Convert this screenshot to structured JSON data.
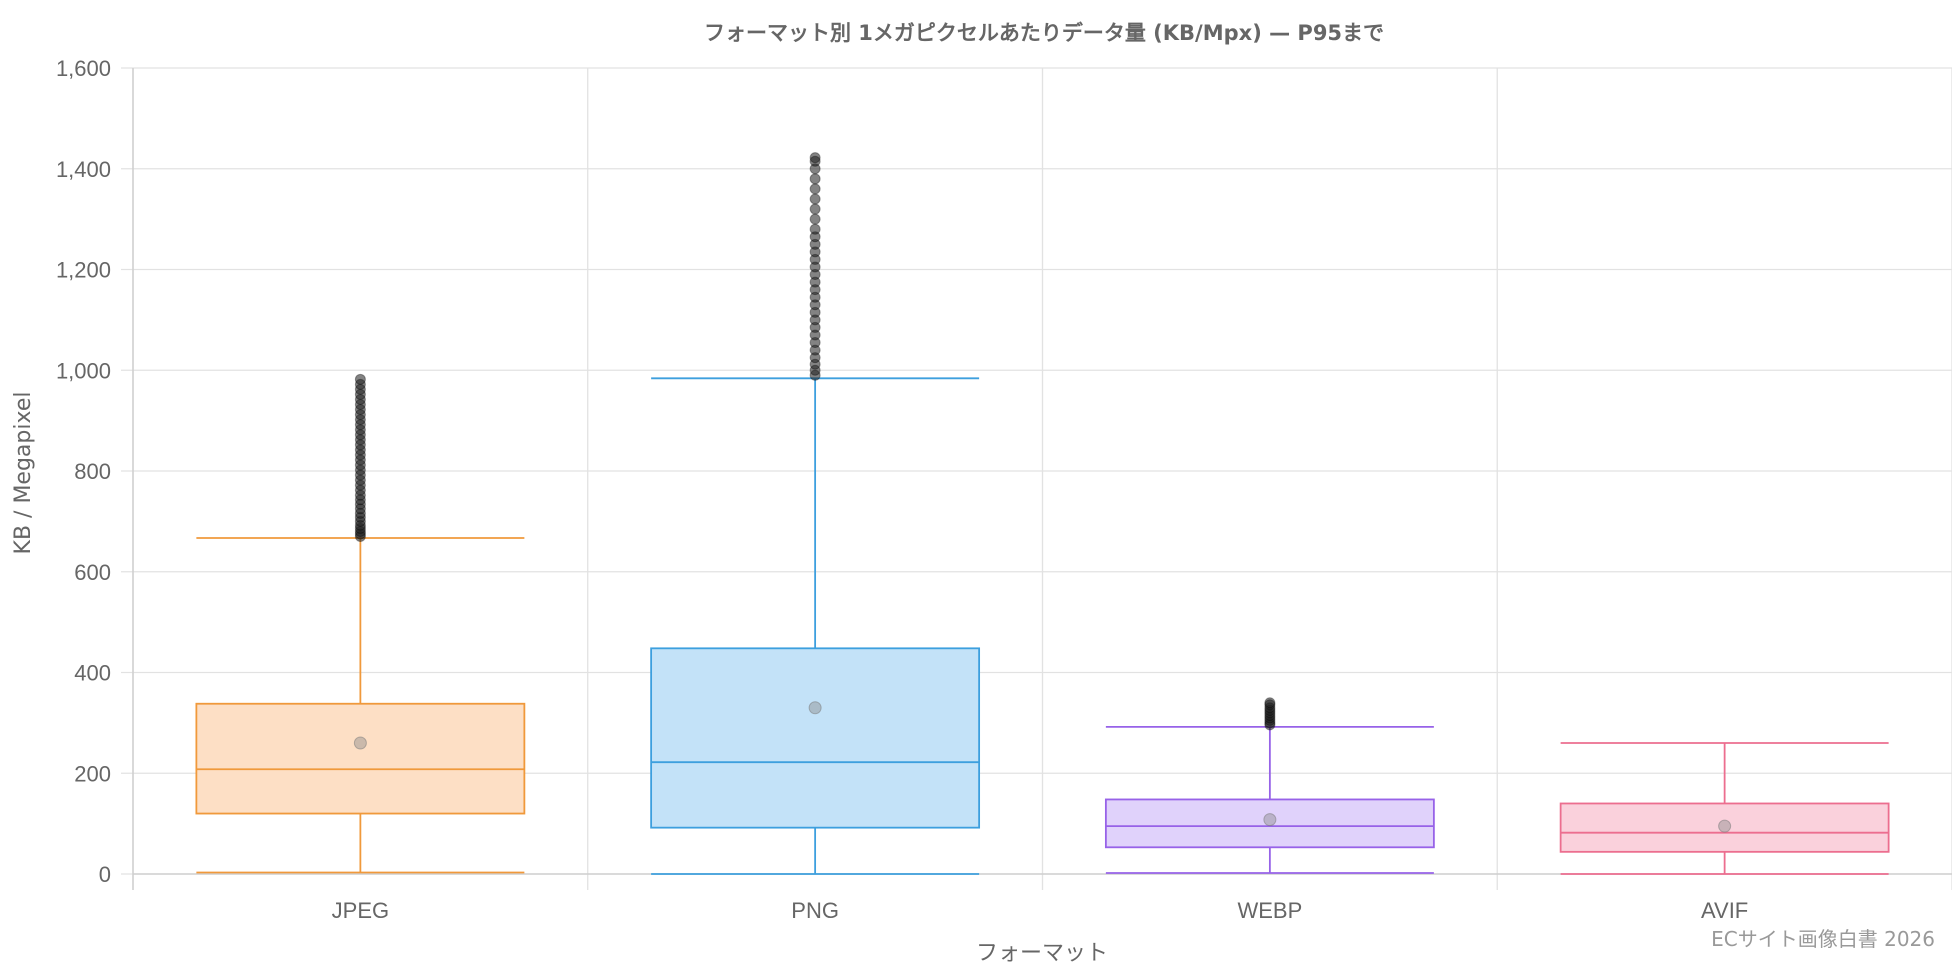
{
  "chart_data": {
    "type": "boxplot",
    "title": "フォーマット別 1メガピクセルあたりデータ量 (KB/Mpx) — P95まで",
    "xlabel": "フォーマット",
    "ylabel": "KB / Megapixel",
    "ylim": [
      0,
      1600
    ],
    "yticks": [
      0,
      200,
      400,
      600,
      800,
      1000,
      1200,
      1400,
      1600
    ],
    "ytick_labels": [
      "0",
      "200",
      "400",
      "600",
      "800",
      "1,000",
      "1,200",
      "1,400",
      "1,600"
    ],
    "grid": true,
    "categories": [
      "JPEG",
      "PNG",
      "WEBP",
      "AVIF"
    ],
    "series": [
      {
        "category": "JPEG",
        "min": 3,
        "q1": 120,
        "median": 208,
        "q3": 338,
        "max": 667,
        "mean": 260,
        "outliers": [
          670,
          675,
          680,
          686,
          692,
          700,
          708,
          716,
          725,
          734,
          743,
          752,
          762,
          772,
          782,
          792,
          802,
          812,
          822,
          832,
          842,
          852,
          862,
          872,
          882,
          892,
          902,
          912,
          922,
          932,
          942,
          952,
          962,
          972,
          982
        ],
        "color": "#f0993b",
        "fill": "#fddfc5"
      },
      {
        "category": "PNG",
        "min": 0,
        "q1": 92,
        "median": 222,
        "q3": 448,
        "max": 984,
        "mean": 330,
        "outliers": [
          990,
          1000,
          1012,
          1025,
          1040,
          1055,
          1070,
          1085,
          1100,
          1115,
          1130,
          1145,
          1160,
          1175,
          1190,
          1205,
          1220,
          1235,
          1250,
          1265,
          1280,
          1300,
          1320,
          1340,
          1360,
          1380,
          1400,
          1415,
          1422
        ],
        "color": "#3d9fde",
        "fill": "#c3e2f8"
      },
      {
        "category": "WEBP",
        "min": 2,
        "q1": 53,
        "median": 95,
        "q3": 148,
        "max": 292,
        "mean": 108,
        "outliers": [
          296,
          300,
          305,
          310,
          315,
          320,
          325,
          330,
          336,
          340
        ],
        "color": "#9762e8",
        "fill": "#e0d2fb"
      },
      {
        "category": "AVIF",
        "min": 0,
        "q1": 44,
        "median": 82,
        "q3": 140,
        "max": 260,
        "mean": 95,
        "outliers": [],
        "color": "#ec6e8f",
        "fill": "#fad1dc"
      }
    ]
  },
  "watermark": "ECサイト画像白書 2026"
}
